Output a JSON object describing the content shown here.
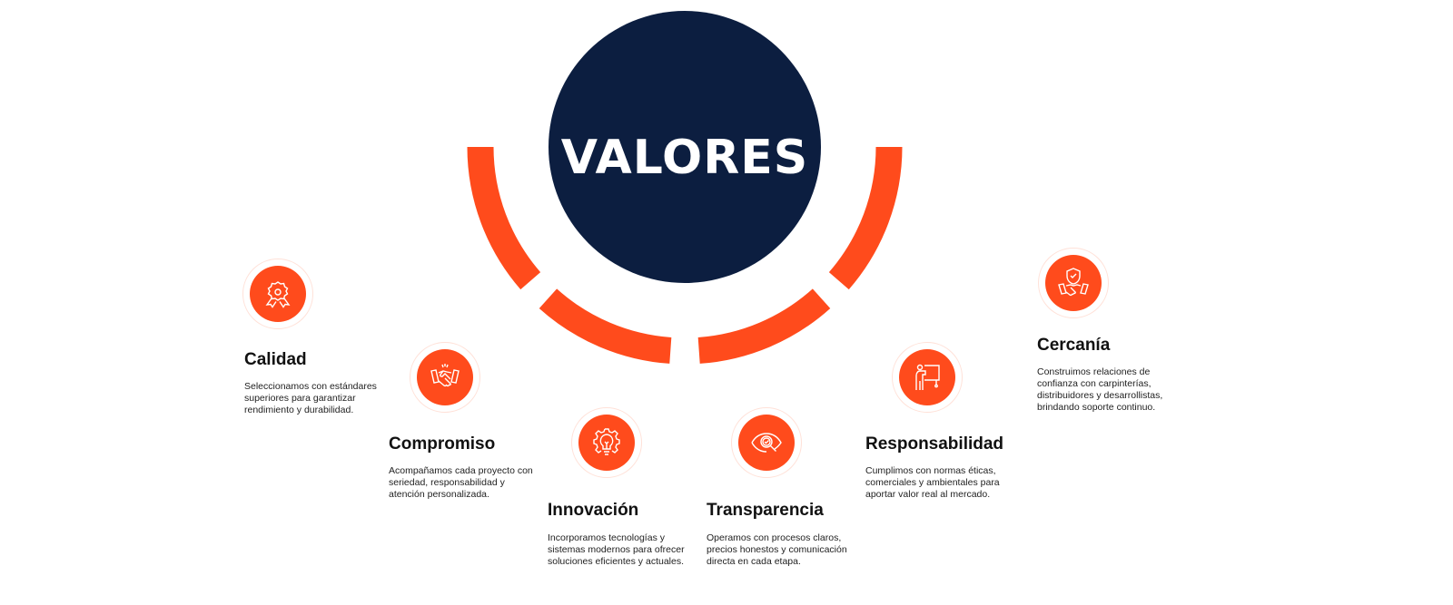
{
  "heading": "VALORES",
  "colors": {
    "navy": "#0c1e40",
    "accent": "#ff4b1c"
  },
  "values": [
    {
      "title": "Calidad",
      "icon": "award-rosette-icon",
      "description": "Seleccionamos con estándares superiores para garantizar rendimiento y durabilidad."
    },
    {
      "title": "Compromiso",
      "icon": "handshake-icon",
      "description": "Acompañamos cada proyecto con seriedad, responsabilidad y atención personalizada."
    },
    {
      "title": "Innovación",
      "icon": "lightbulb-gear-icon",
      "description": "Incorporamos tecnologías y sistemas modernos para ofrecer soluciones eficientes y actuales."
    },
    {
      "title": "Transparencia",
      "icon": "eye-magnifier-icon",
      "description": "Operamos con procesos claros, precios honestos y comunicación directa en cada etapa."
    },
    {
      "title": "Responsabilidad",
      "icon": "presenter-board-icon",
      "description": "Cumplimos con normas éticas, comerciales y ambientales para aportar valor real al mercado."
    },
    {
      "title": "Cercanía",
      "icon": "shield-handshake-icon",
      "description": "Construimos relaciones de confianza con carpinterías, distribuidores y desarrollistas, brindando soporte continuo."
    }
  ]
}
